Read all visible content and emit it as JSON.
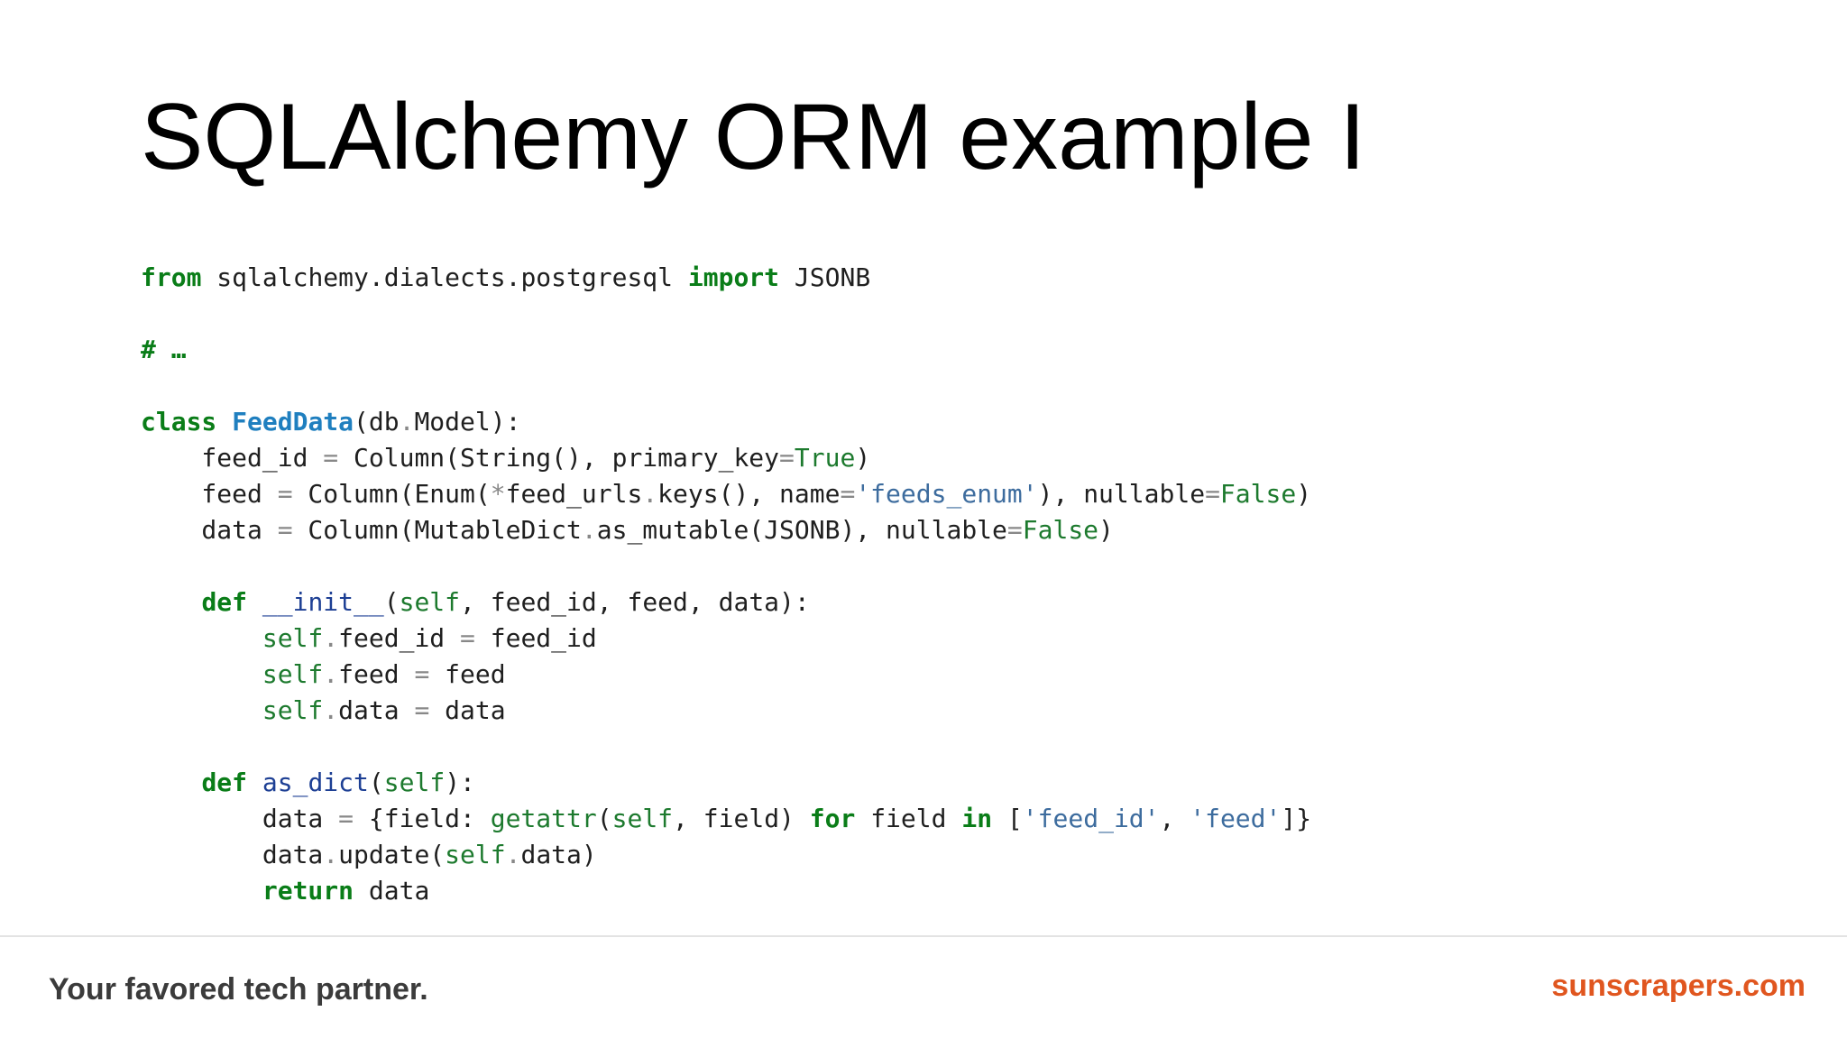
{
  "slide": {
    "title": "SQLAlchemy ORM example I"
  },
  "code": {
    "lines": [
      [
        {
          "t": "from",
          "k": "kw"
        },
        {
          "t": " sqlalchemy.dialects.postgresql ",
          "k": "txt"
        },
        {
          "t": "import",
          "k": "kw"
        },
        {
          "t": " JSONB",
          "k": "txt"
        }
      ],
      [],
      [
        {
          "t": "# …",
          "k": "cm"
        }
      ],
      [],
      [
        {
          "t": "class",
          "k": "kw"
        },
        {
          "t": " ",
          "k": "txt"
        },
        {
          "t": "FeedData",
          "k": "cls"
        },
        {
          "t": "(db",
          "k": "txt"
        },
        {
          "t": ".",
          "k": "op"
        },
        {
          "t": "Model):",
          "k": "txt"
        }
      ],
      [
        {
          "t": "    feed_id ",
          "k": "txt"
        },
        {
          "t": "=",
          "k": "op"
        },
        {
          "t": " Column(String(), primary_key",
          "k": "txt"
        },
        {
          "t": "=",
          "k": "op"
        },
        {
          "t": "True",
          "k": "bi"
        },
        {
          "t": ")",
          "k": "txt"
        }
      ],
      [
        {
          "t": "    feed ",
          "k": "txt"
        },
        {
          "t": "=",
          "k": "op"
        },
        {
          "t": " Column(Enum(",
          "k": "txt"
        },
        {
          "t": "*",
          "k": "op"
        },
        {
          "t": "feed_urls",
          "k": "txt"
        },
        {
          "t": ".",
          "k": "op"
        },
        {
          "t": "keys(), name",
          "k": "txt"
        },
        {
          "t": "=",
          "k": "op"
        },
        {
          "t": "'feeds_enum'",
          "k": "str"
        },
        {
          "t": "), nullable",
          "k": "txt"
        },
        {
          "t": "=",
          "k": "op"
        },
        {
          "t": "False",
          "k": "bi"
        },
        {
          "t": ")",
          "k": "txt"
        }
      ],
      [
        {
          "t": "    data ",
          "k": "txt"
        },
        {
          "t": "=",
          "k": "op"
        },
        {
          "t": " Column(MutableDict",
          "k": "txt"
        },
        {
          "t": ".",
          "k": "op"
        },
        {
          "t": "as_mutable(JSONB), nullable",
          "k": "txt"
        },
        {
          "t": "=",
          "k": "op"
        },
        {
          "t": "False",
          "k": "bi"
        },
        {
          "t": ")",
          "k": "txt"
        }
      ],
      [],
      [
        {
          "t": "    ",
          "k": "txt"
        },
        {
          "t": "def",
          "k": "kw"
        },
        {
          "t": " ",
          "k": "txt"
        },
        {
          "t": "__init__",
          "k": "fn"
        },
        {
          "t": "(",
          "k": "txt"
        },
        {
          "t": "self",
          "k": "bi"
        },
        {
          "t": ", feed_id, feed, data):",
          "k": "txt"
        }
      ],
      [
        {
          "t": "        ",
          "k": "txt"
        },
        {
          "t": "self",
          "k": "bi"
        },
        {
          "t": ".",
          "k": "op"
        },
        {
          "t": "feed_id ",
          "k": "txt"
        },
        {
          "t": "=",
          "k": "op"
        },
        {
          "t": " feed_id",
          "k": "txt"
        }
      ],
      [
        {
          "t": "        ",
          "k": "txt"
        },
        {
          "t": "self",
          "k": "bi"
        },
        {
          "t": ".",
          "k": "op"
        },
        {
          "t": "feed ",
          "k": "txt"
        },
        {
          "t": "=",
          "k": "op"
        },
        {
          "t": " feed",
          "k": "txt"
        }
      ],
      [
        {
          "t": "        ",
          "k": "txt"
        },
        {
          "t": "self",
          "k": "bi"
        },
        {
          "t": ".",
          "k": "op"
        },
        {
          "t": "data ",
          "k": "txt"
        },
        {
          "t": "=",
          "k": "op"
        },
        {
          "t": " data",
          "k": "txt"
        }
      ],
      [],
      [
        {
          "t": "    ",
          "k": "txt"
        },
        {
          "t": "def",
          "k": "kw"
        },
        {
          "t": " ",
          "k": "txt"
        },
        {
          "t": "as_dict",
          "k": "fn"
        },
        {
          "t": "(",
          "k": "txt"
        },
        {
          "t": "self",
          "k": "bi"
        },
        {
          "t": "):",
          "k": "txt"
        }
      ],
      [
        {
          "t": "        data ",
          "k": "txt"
        },
        {
          "t": "=",
          "k": "op"
        },
        {
          "t": " {field: ",
          "k": "txt"
        },
        {
          "t": "getattr",
          "k": "bi"
        },
        {
          "t": "(",
          "k": "txt"
        },
        {
          "t": "self",
          "k": "bi"
        },
        {
          "t": ", field) ",
          "k": "txt"
        },
        {
          "t": "for",
          "k": "kw"
        },
        {
          "t": " field ",
          "k": "txt"
        },
        {
          "t": "in",
          "k": "kw"
        },
        {
          "t": " [",
          "k": "txt"
        },
        {
          "t": "'feed_id'",
          "k": "str"
        },
        {
          "t": ", ",
          "k": "txt"
        },
        {
          "t": "'feed'",
          "k": "str"
        },
        {
          "t": "]}",
          "k": "txt"
        }
      ],
      [
        {
          "t": "        data",
          "k": "txt"
        },
        {
          "t": ".",
          "k": "op"
        },
        {
          "t": "update(",
          "k": "txt"
        },
        {
          "t": "self",
          "k": "bi"
        },
        {
          "t": ".",
          "k": "op"
        },
        {
          "t": "data)",
          "k": "txt"
        }
      ],
      [
        {
          "t": "        ",
          "k": "txt"
        },
        {
          "t": "return",
          "k": "kw"
        },
        {
          "t": " data",
          "k": "txt"
        }
      ]
    ]
  },
  "footer": {
    "tagline": "Your favored tech partner.",
    "site": "sunscrapers.com"
  },
  "colors": {
    "brand_orange": "#e0561f",
    "keyword_green": "#0a7d18",
    "class_blue": "#1f7fbf",
    "function_blue": "#1d3f94",
    "string_blue": "#3d6c9e"
  }
}
